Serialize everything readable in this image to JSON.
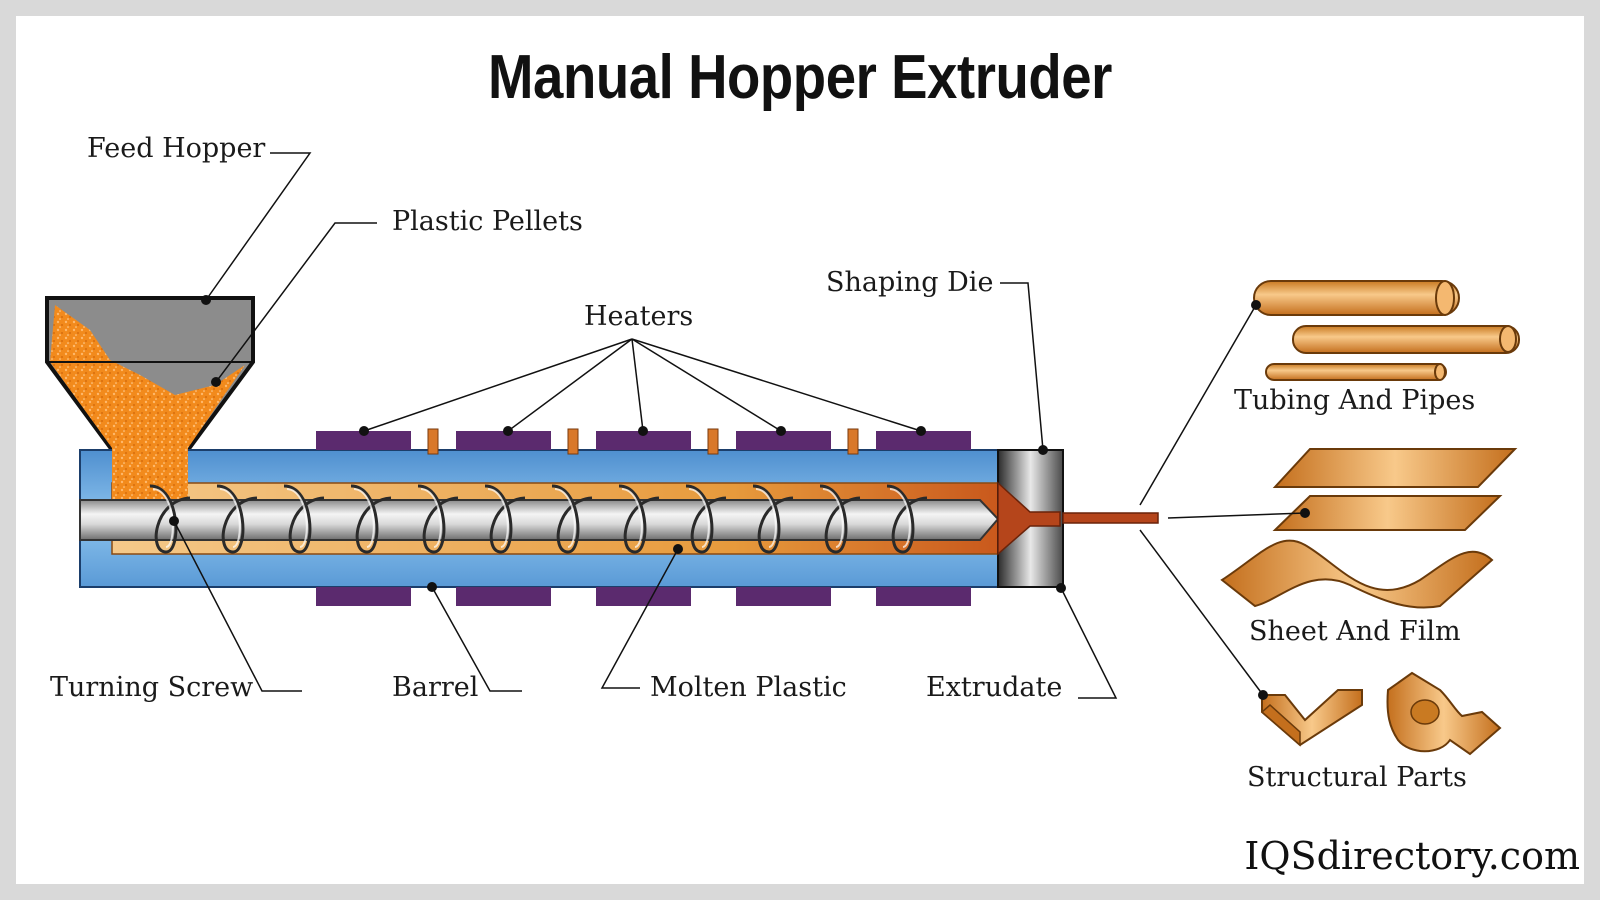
{
  "title": "Manual Hopper Extruder",
  "labels": {
    "feed_hopper": "Feed Hopper",
    "plastic_pellets": "Plastic Pellets",
    "heaters": "Heaters",
    "shaping_die": "Shaping Die",
    "turning_screw": "Turning Screw",
    "barrel": "Barrel",
    "molten_plastic": "Molten Plastic",
    "extrudate": "Extrudate"
  },
  "products": {
    "tubing": "Tubing And Pipes",
    "sheet": "Sheet And Film",
    "structural": "Structural Parts"
  },
  "watermark": "IQSdirectory.com",
  "colors": {
    "barrel_blue": "#6fa9dc",
    "heater_purple": "#5b2a6e",
    "pellet_orange": "#f28a1c",
    "molten_tan": "#f0b862",
    "extrudate_brown": "#b5451b",
    "product_copper": "#e8a24a",
    "hopper_gray": "#8c8c8c"
  }
}
